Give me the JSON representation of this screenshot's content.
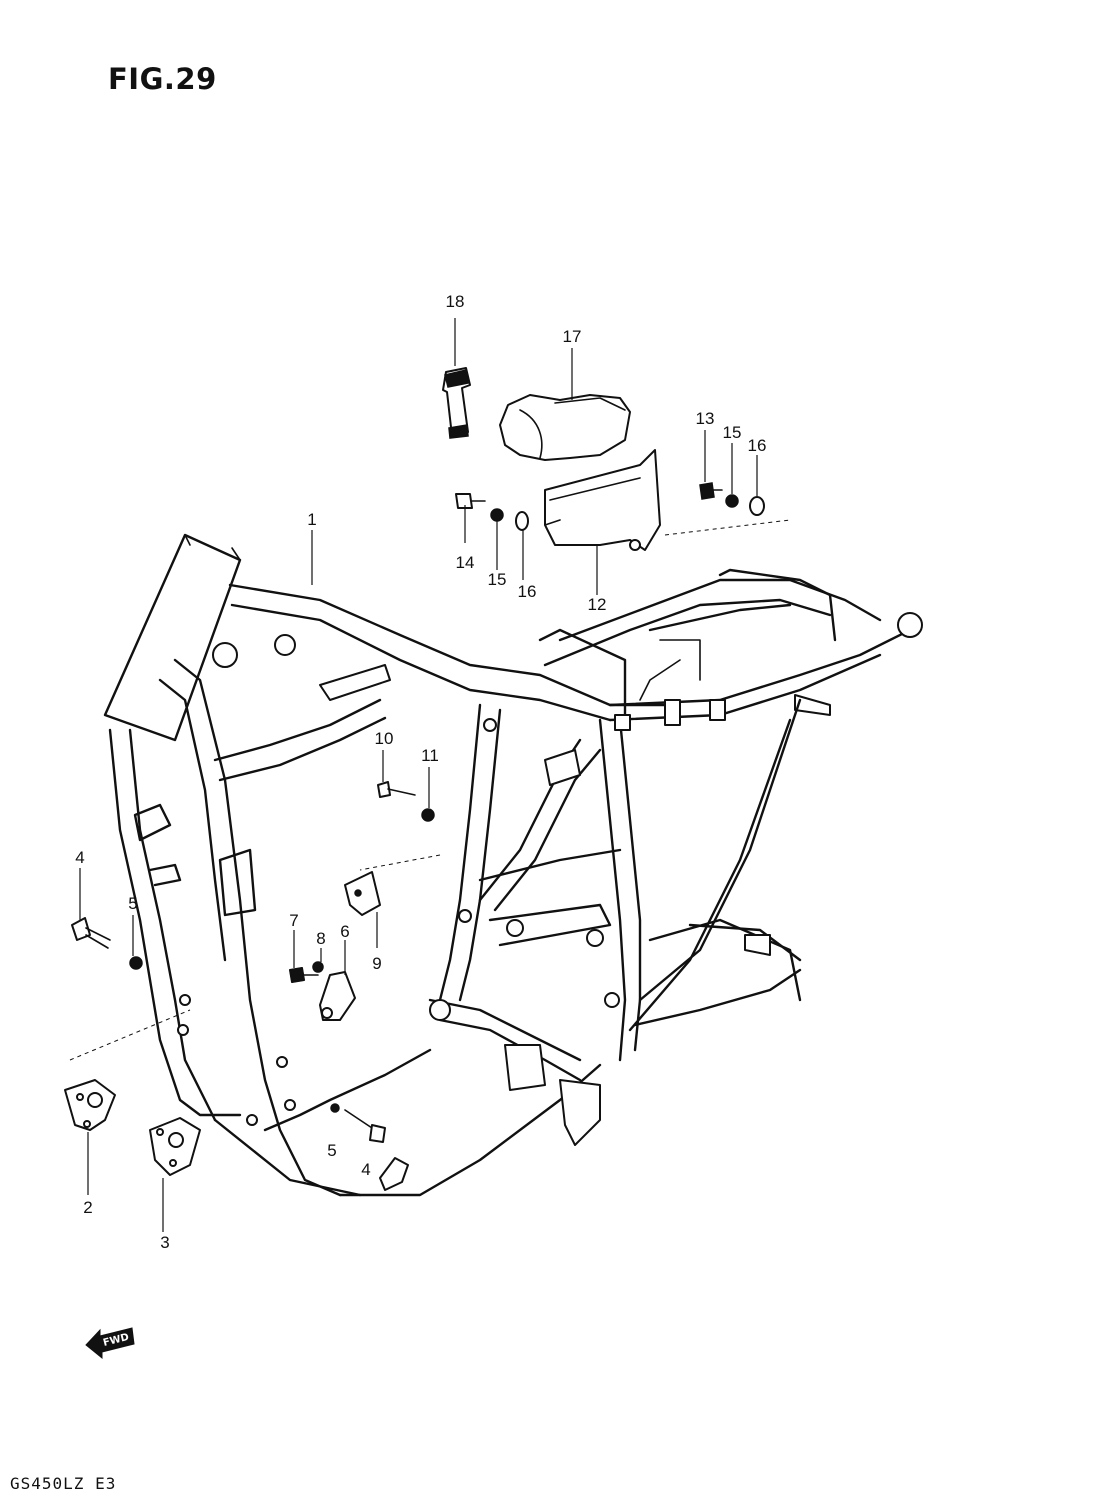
{
  "figure": {
    "title": "FIG.29",
    "model_code": "GS450LZ E3"
  },
  "callouts": {
    "c1": "1",
    "c2": "2",
    "c3": "3",
    "c4a": "4",
    "c4b": "4",
    "c5a": "5",
    "c5b": "5",
    "c6": "6",
    "c7": "7",
    "c8": "8",
    "c9": "9",
    "c10": "10",
    "c11": "11",
    "c12": "12",
    "c13": "13",
    "c14": "14",
    "c15a": "15",
    "c15b": "15",
    "c16a": "16",
    "c16b": "16",
    "c17": "17",
    "c18": "18"
  },
  "forward_marker": {
    "icon": "forward-arrow-icon",
    "label": "FWD"
  }
}
